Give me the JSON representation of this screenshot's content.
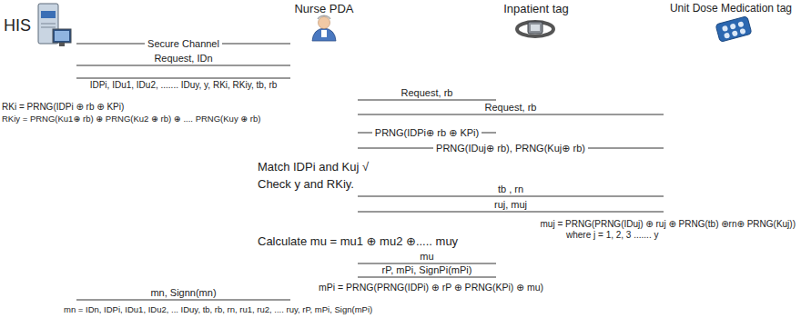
{
  "diagram": {
    "nodes": [
      {
        "text": [
          "HIS"
        ]
      },
      {
        "text": [
          "Nurse PDA"
        ]
      },
      {
        "text": [
          "Inpatient tag"
        ]
      },
      {
        "text": [
          "Unit Dose Medication tag"
        ]
      }
    ],
    "edges": [
      {
        "from": 0,
        "to": 1,
        "arrow": "none",
        "label": "Secure Channel"
      },
      {
        "from": 1,
        "to": 0,
        "arrow": "none",
        "label": "Request, IDn"
      },
      {
        "from": 0,
        "to": 1,
        "arrow": "none",
        "label": "IDPi, IDu1, IDu2, ....... IDuy, y, RKi, RKiy, tb, rb"
      },
      {
        "from": 1,
        "to": 2,
        "arrow": "none",
        "label": "Request, rb"
      },
      {
        "from": 1,
        "to": 3,
        "arrow": "none",
        "label": "Request, rb"
      },
      {
        "from": 2,
        "to": 1,
        "arrow": "none",
        "label": "PRNG(IDPi⊕ rb ⊕ KPi)"
      },
      {
        "from": 3,
        "to": 1,
        "arrow": "none",
        "label": "PRNG(IDuj⊕ rb), PRNG(Kuj⊕ rb)"
      },
      {
        "from": 1,
        "to": 3,
        "arrow": "none",
        "label": "tb , rn"
      },
      {
        "from": 3,
        "to": 1,
        "arrow": "none",
        "label": "ruj, muj"
      },
      {
        "from": 1,
        "to": 2,
        "arrow": "none",
        "label": "mu"
      },
      {
        "from": 2,
        "to": 1,
        "arrow": "none",
        "label": "rP, mPi, SignPi(mPi)"
      },
      {
        "from": 1,
        "to": 0,
        "arrow": "none",
        "label": "mn, Signn(mn)"
      }
    ],
    "labels": [
      "RKi = PRNG(IDPi ⊕ rb ⊕ KPi)",
      "RKiy = PRNG(Ku1⊕ rb) ⊕ PRNG(Ku2 ⊕ rb) ⊕ .... PRNG(Kuy ⊕ rb)",
      "Match IDPi and Kuj √",
      "Check y and RKiy.",
      "muj = PRNG(PRNG(IDuj) ⊕ ruj ⊕ PRNG(tb) ⊕rn⊕ PRNG(Kuj))",
      "where j = 1, 2, 3 ....... y",
      "Calculate mu = mu1 ⊕ mu2 ⊕..... muy",
      "mPi = PRNG(PRNG(IDPi) ⊕ rP ⊕ PRNG(KPi) ⊕ mu)",
      "mn = IDn, IDPi, IDu1, IDu2, ... IDuy, tb, rb, rn, ru1, ru2, .... ruy, rP, mPi, Sign(mPi)"
    ]
  }
}
